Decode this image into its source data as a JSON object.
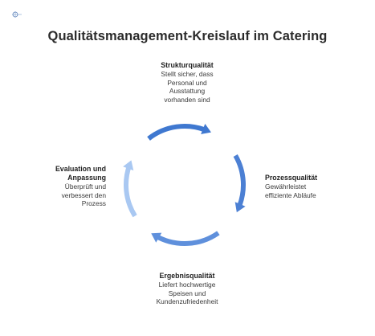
{
  "title": "Qualitätsmanagement-Kreislauf im Catering",
  "colors": {
    "arrow_top": "#3f78d0",
    "arrow_right": "#4c80d4",
    "arrow_bottom": "#5f90dc",
    "arrow_left": "#a9c8f2",
    "text": "#2b2b2b"
  },
  "stages": [
    {
      "name": "Strukturqualität",
      "description_lines": [
        "Stellt sicher, dass",
        "Personal und",
        "Ausstattung",
        "vorhanden sind"
      ]
    },
    {
      "name": "Prozessqualität",
      "description_lines": [
        "Gewährleistet",
        "effiziente Abläufe"
      ]
    },
    {
      "name": "Ergebnisqualität",
      "description_lines": [
        "Liefert hochwertige",
        "Speisen und",
        "Kundenzufriedenheit"
      ]
    },
    {
      "name_lines": [
        "Evaluation und",
        "Anpassung"
      ],
      "description_lines": [
        "Überprüft und",
        "verbessert den",
        "Prozess"
      ]
    }
  ]
}
